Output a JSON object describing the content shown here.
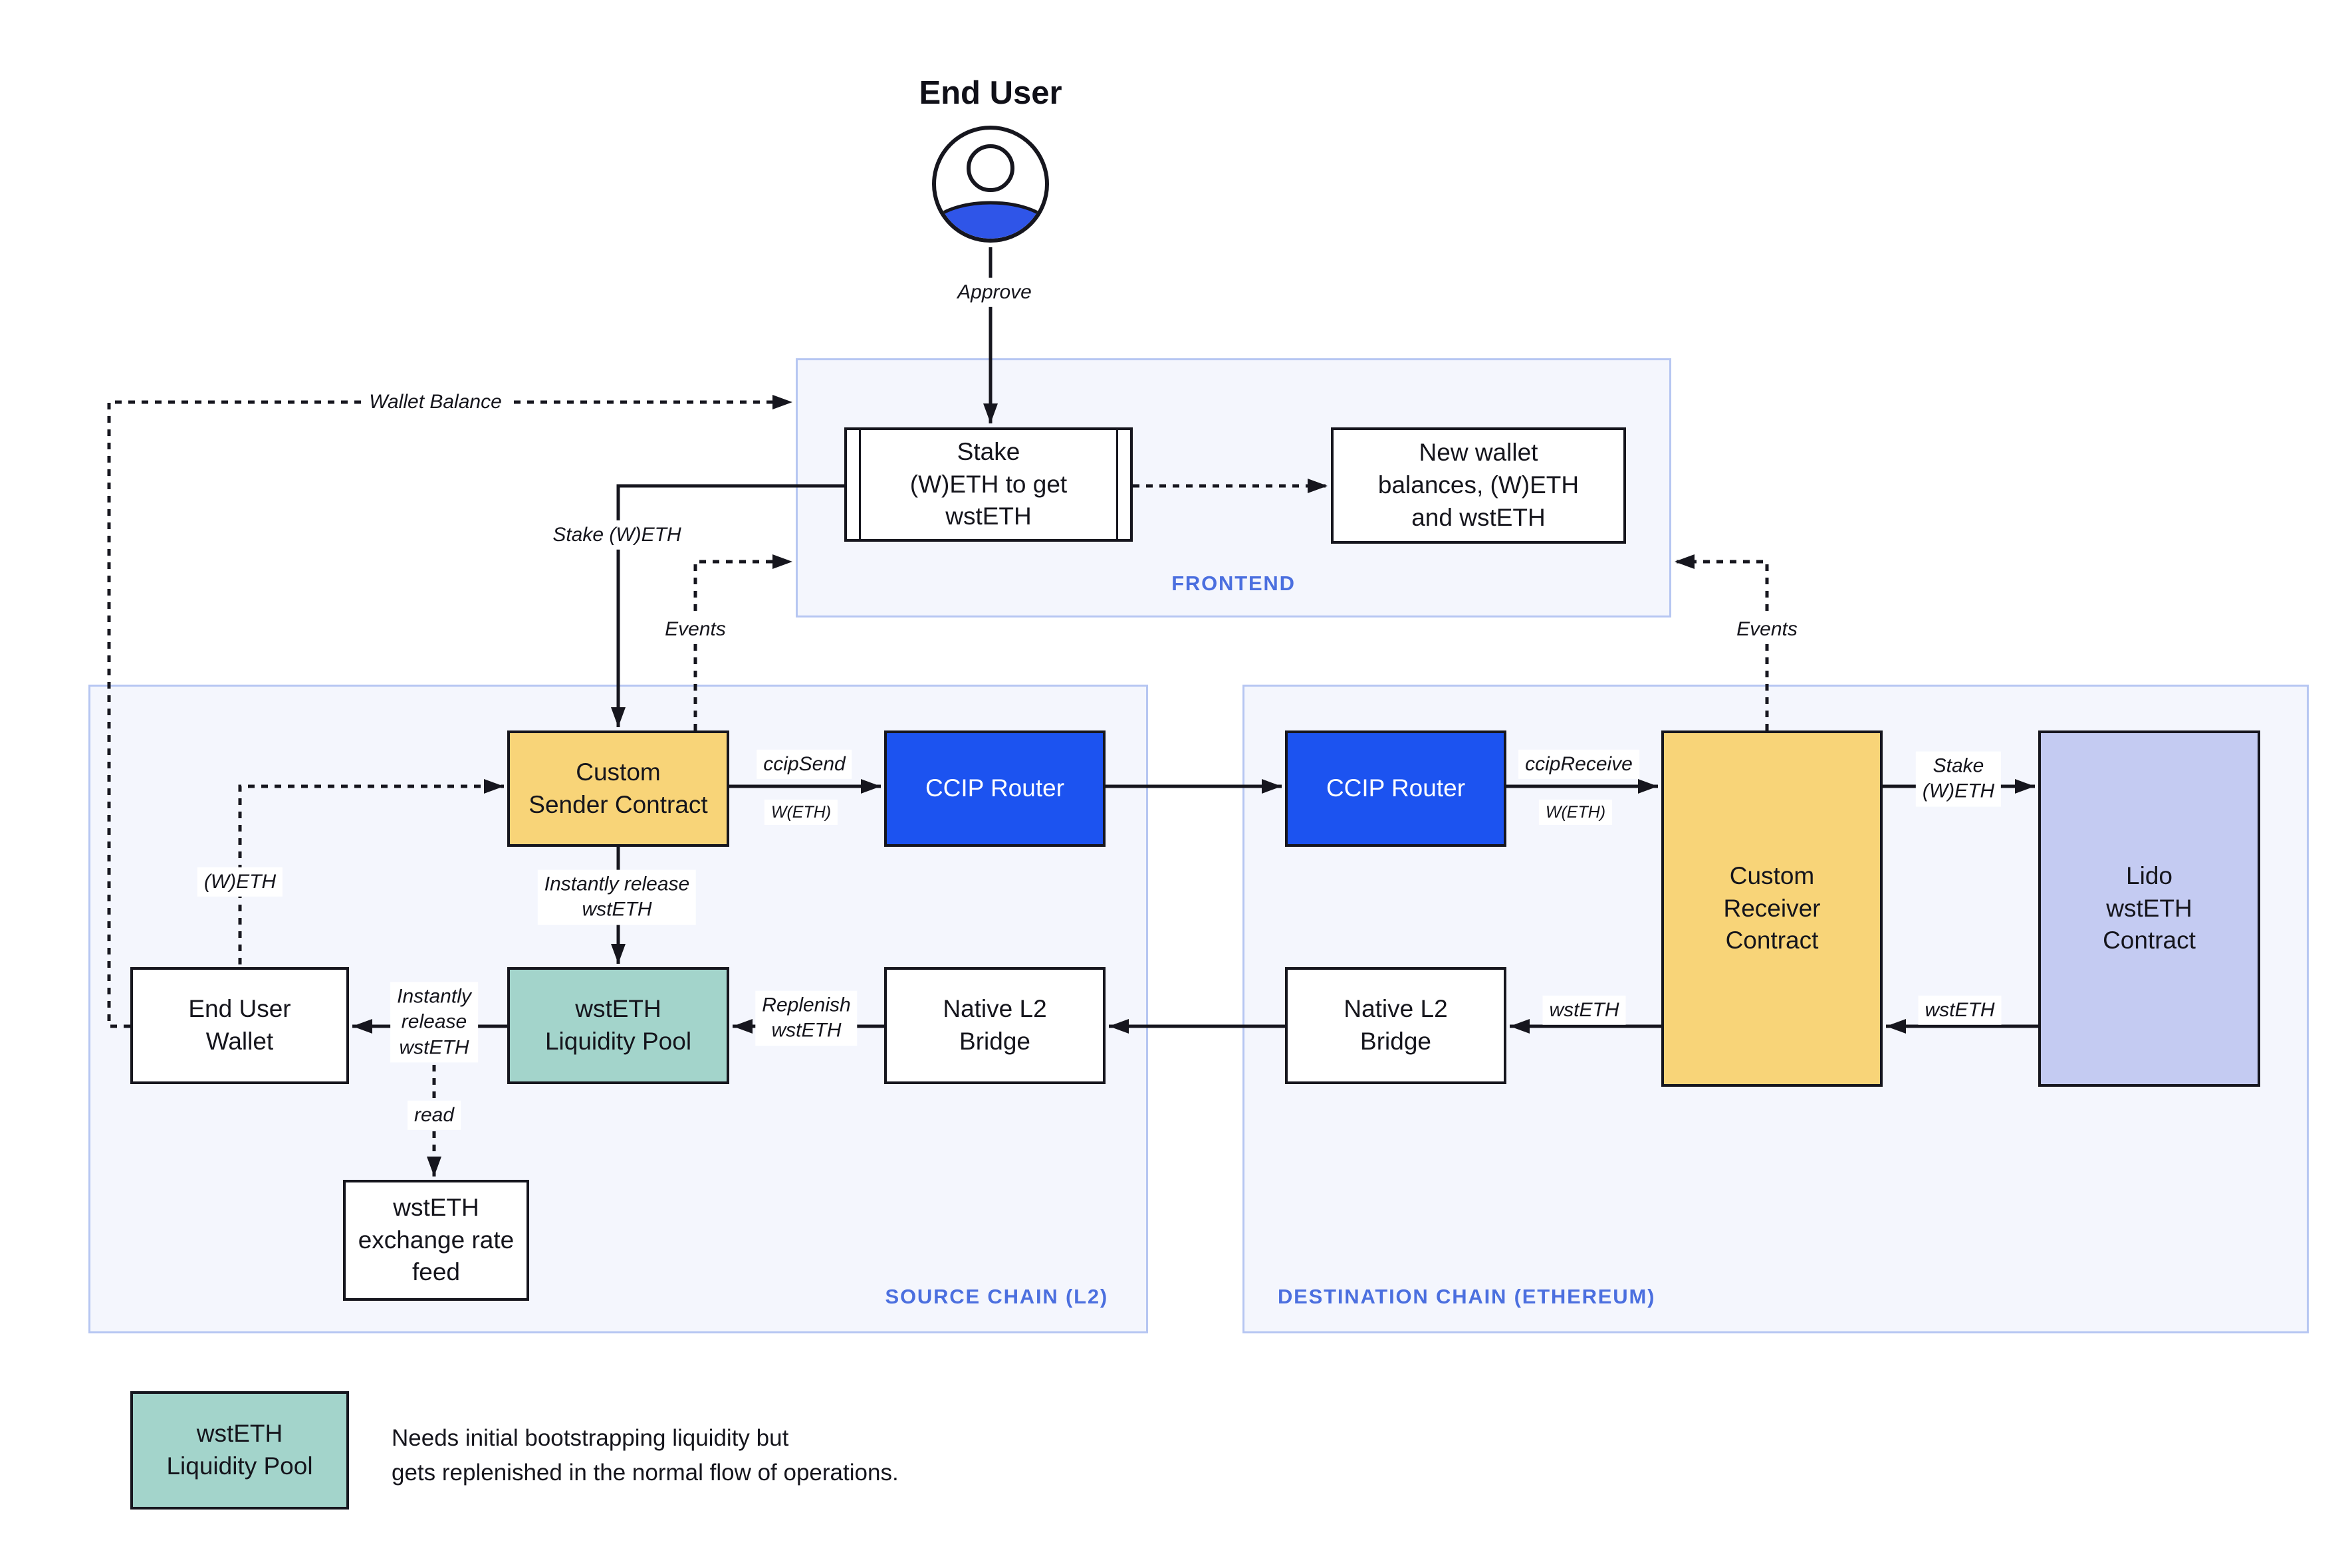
{
  "actor": {
    "label": "End User"
  },
  "frontend": {
    "label": "FRONTEND",
    "stake_box": "Stake\n(W)ETH to get\nwstETH",
    "new_wallet_box": "New wallet\nbalances, (W)ETH\nand wstETH"
  },
  "source_chain": {
    "label": "SOURCE CHAIN (L2)",
    "custom_sender": "Custom\nSender Contract",
    "ccip_router": "CCIP Router",
    "end_user_wallet": "End User\nWallet",
    "wsteth_pool": "wstETH\nLiquidity Pool",
    "native_bridge": "Native L2\nBridge",
    "rate_feed": "wstETH\nexchange rate\nfeed"
  },
  "destination_chain": {
    "label": "DESTINATION CHAIN (ETHEREUM)",
    "ccip_router": "CCIP Router",
    "custom_receiver": "Custom\nReceiver\nContract",
    "lido": "Lido\nwstETH\nContract",
    "native_bridge": "Native L2\nBridge"
  },
  "edges": {
    "approve": "Approve",
    "wallet_balance": "Wallet Balance",
    "stake_weth": "Stake (W)ETH",
    "events_left": "Events",
    "events_right": "Events",
    "ccip_send": "ccipSend",
    "ccip_send_sub": "W(ETH)",
    "ccip_receive": "ccipReceive",
    "ccip_receive_sub": "W(ETH)",
    "stake_weth_dest": "Stake\n(W)ETH",
    "wsteth_from_lido": "wstETH",
    "wsteth_to_bridge": "wstETH",
    "replenish": "Replenish\nwstETH",
    "instantly_release_down": "Instantly release\nwstETH",
    "instantly_release_left": "Instantly\nrelease\nwstETH",
    "weth": "(W)ETH",
    "read": "read"
  },
  "legend": {
    "box": "wstETH\nLiquidity Pool",
    "text": "Needs initial bootstrapping liquidity but\ngets replenished in the normal flow of operations."
  },
  "colors": {
    "accent_yellow": "#f8d478",
    "accent_blue": "#1c53f0",
    "accent_teal": "#a3d4cb",
    "accent_lavender": "#c4cbf2",
    "container_bg": "#f4f6fd",
    "container_border": "#b6c6f2",
    "container_label": "#4b6fdf",
    "line": "#16161e"
  }
}
